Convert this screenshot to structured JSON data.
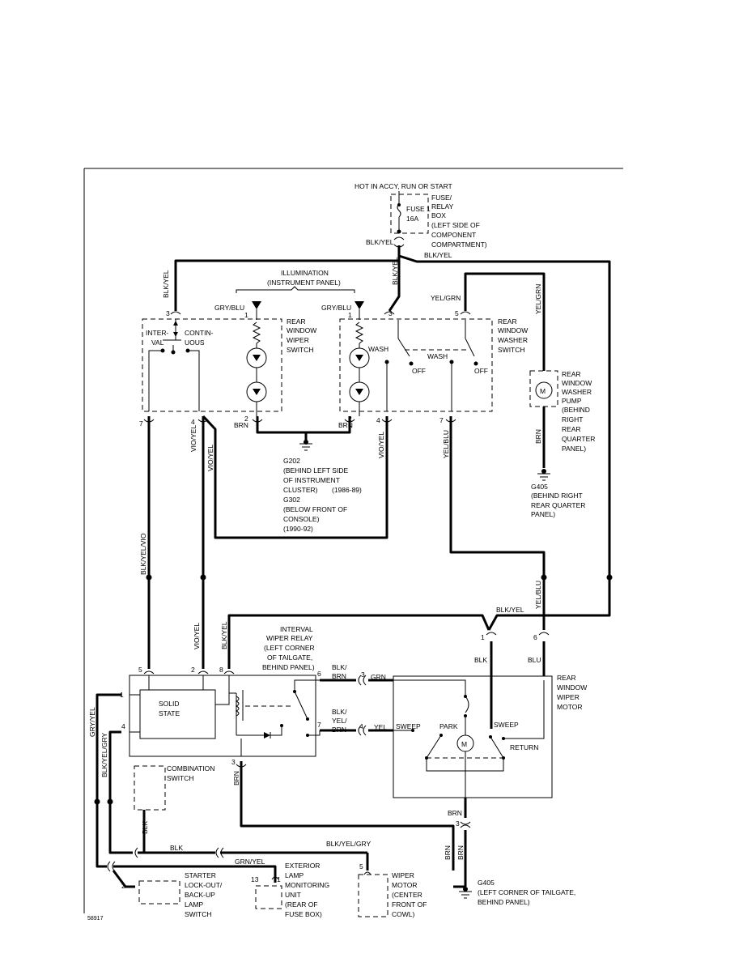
{
  "hot_label": "HOT IN ACCY, RUN OR START",
  "fuse": {
    "name": "FUSE 1",
    "rating": "16A"
  },
  "fuse_box_label": [
    "FUSE/",
    "RELAY",
    "BOX",
    "(LEFT SIDE OF",
    "COMPONENT",
    "COMPARTMENT)"
  ],
  "illumination_label": [
    "ILLUMINATION",
    "(INSTRUMENT PANEL)"
  ],
  "wiper_switch_label": [
    "REAR",
    "WINDOW",
    "WIPER",
    "SWITCH"
  ],
  "washer_switch_label": [
    "REAR",
    "WINDOW",
    "WASHER",
    "SWITCH"
  ],
  "interval_label": [
    "INTER-",
    "VAL"
  ],
  "continuous_label": [
    "CONTIN-",
    "UOUS"
  ],
  "wash_label": "WASH",
  "off_label": "OFF",
  "pump_label": [
    "REAR",
    "WINDOW",
    "WASHER",
    "PUMP",
    "(BEHIND",
    "RIGHT",
    "REAR",
    "QUARTER",
    "PANEL)"
  ],
  "g202_label": [
    "G202",
    "(BEHIND LEFT SIDE",
    "OF INSTRUMENT",
    "CLUSTER)",
    "(1986-89)",
    "G302",
    "(BELOW FRONT OF",
    "CONSOLE)",
    "(1990-92)"
  ],
  "g405_top_label": [
    "G405",
    "(BEHIND RIGHT",
    "REAR QUARTER",
    "PANEL)"
  ],
  "relay_label": [
    "INTERVAL",
    "WIPER RELAY",
    "(LEFT CORNER",
    "OF TAILGATE,",
    "BEHIND PANEL)"
  ],
  "solid_state_label": [
    "SOLID",
    "STATE"
  ],
  "motor_label": [
    "REAR",
    "WINDOW",
    "WIPER",
    "MOTOR"
  ],
  "sweep_label": "SWEEP",
  "park_label": "PARK",
  "return_label": "RETURN",
  "combination_label": [
    "COMBINATION",
    "SWITCH"
  ],
  "starter_label": [
    "STARTER",
    "LOCK-OUT/",
    "BACK-UP",
    "LAMP",
    "SWITCH"
  ],
  "exterior_label": [
    "EXTERIOR",
    "LAMP",
    "MONITORING",
    "UNIT",
    "(REAR OF",
    "FUSE BOX)"
  ],
  "wiper_motor_label": [
    "WIPER",
    "MOTOR",
    "(CENTER",
    "FRONT OF",
    "COWL)"
  ],
  "g405_bottom_label": [
    "G405",
    "(LEFT CORNER OF TAILGATE,",
    "BEHIND PANEL)"
  ],
  "motor_symbol": "M",
  "wires": {
    "blk_yel": "BLK/YEL",
    "blk": "BLK",
    "gry_blu": "GRY/BLU",
    "brn": "BRN",
    "yel_grn": "YEL/GRN",
    "vio_yel": "VIO/YEL",
    "yel_blu": "YEL/BLU",
    "blk_yel_vio": "BLK/YEL/VIO",
    "blu": "BLU",
    "grn": "GRN",
    "yel": "YEL",
    "gry_yel": "GRY/YEL",
    "blk_yel_gry": "BLK/YEL/GRY",
    "grn_yel": "GRN/YEL",
    "blk_brn": [
      "BLK/",
      "BRN"
    ],
    "blk_yel_brn": [
      "BLK/",
      "YEL/",
      "BRN"
    ]
  },
  "pins": {
    "p1": "1",
    "p2": "2",
    "p3": "3",
    "p4": "4",
    "p5": "5",
    "p6": "6",
    "p7": "7",
    "p8": "8",
    "p13": "13"
  },
  "code": "58917"
}
